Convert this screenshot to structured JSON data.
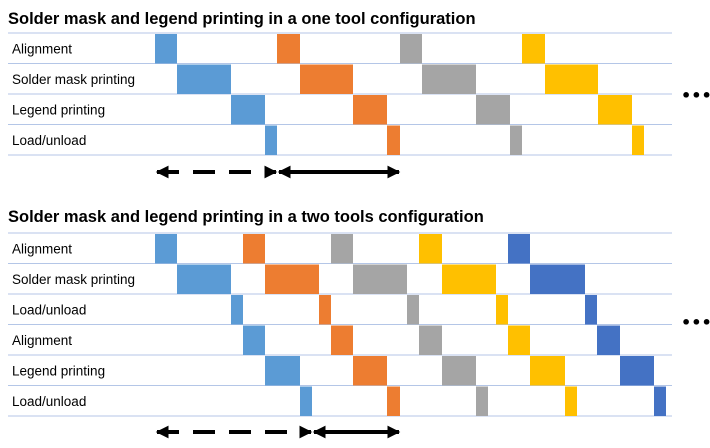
{
  "colors": {
    "cycle1": "#5b9bd5",
    "cycle2": "#ed7d31",
    "cycle3": "#a5a5a5",
    "cycle4": "#ffc000",
    "cycle5": "#4472c4",
    "gridline": "#b4c6e7",
    "arrow": "#000000"
  },
  "continuation": "•••",
  "sections": [
    {
      "id": "one-tool",
      "title": "Solder mask and legend printing in a one tool configuration",
      "rows": [
        {
          "label": "Alignment"
        },
        {
          "label": "Solder mask printing"
        },
        {
          "label": "Legend printing"
        },
        {
          "label": "Load/unload"
        }
      ],
      "blocks": [
        {
          "row": 0,
          "start": 0,
          "end": 22,
          "color": "cycle1"
        },
        {
          "row": 1,
          "start": 22,
          "end": 76,
          "color": "cycle1"
        },
        {
          "row": 2,
          "start": 76,
          "end": 110,
          "color": "cycle1"
        },
        {
          "row": 3,
          "start": 110,
          "end": 122,
          "color": "cycle1"
        },
        {
          "row": 0,
          "start": 122,
          "end": 145,
          "color": "cycle2"
        },
        {
          "row": 1,
          "start": 145,
          "end": 198,
          "color": "cycle2"
        },
        {
          "row": 2,
          "start": 198,
          "end": 232,
          "color": "cycle2"
        },
        {
          "row": 3,
          "start": 232,
          "end": 245,
          "color": "cycle2"
        },
        {
          "row": 0,
          "start": 245,
          "end": 267,
          "color": "cycle3"
        },
        {
          "row": 1,
          "start": 267,
          "end": 321,
          "color": "cycle3"
        },
        {
          "row": 2,
          "start": 321,
          "end": 355,
          "color": "cycle3"
        },
        {
          "row": 3,
          "start": 355,
          "end": 367,
          "color": "cycle3"
        },
        {
          "row": 0,
          "start": 367,
          "end": 390,
          "color": "cycle4"
        },
        {
          "row": 1,
          "start": 390,
          "end": 443,
          "color": "cycle4"
        },
        {
          "row": 2,
          "start": 443,
          "end": 477,
          "color": "cycle4"
        },
        {
          "row": 3,
          "start": 477,
          "end": 489,
          "color": "cycle4"
        }
      ],
      "arrows": [
        {
          "from": 0,
          "to": 122,
          "style": "dashed"
        },
        {
          "from": 122,
          "to": 245,
          "style": "solid"
        }
      ]
    },
    {
      "id": "two-tools",
      "title": "Solder mask and legend printing in a two tools configuration",
      "rows": [
        {
          "label": "Alignment"
        },
        {
          "label": "Solder mask printing"
        },
        {
          "label": "Load/unload"
        },
        {
          "label": "Alignment"
        },
        {
          "label": "Legend printing"
        },
        {
          "label": "Load/unload"
        }
      ],
      "blocks": [
        {
          "row": 0,
          "start": 0,
          "end": 22,
          "color": "cycle1"
        },
        {
          "row": 1,
          "start": 22,
          "end": 76,
          "color": "cycle1"
        },
        {
          "row": 2,
          "start": 76,
          "end": 88,
          "color": "cycle1"
        },
        {
          "row": 3,
          "start": 88,
          "end": 110,
          "color": "cycle1"
        },
        {
          "row": 4,
          "start": 110,
          "end": 145,
          "color": "cycle1"
        },
        {
          "row": 5,
          "start": 145,
          "end": 157,
          "color": "cycle1"
        },
        {
          "row": 0,
          "start": 88,
          "end": 110,
          "color": "cycle2"
        },
        {
          "row": 1,
          "start": 110,
          "end": 164,
          "color": "cycle2"
        },
        {
          "row": 2,
          "start": 164,
          "end": 176,
          "color": "cycle2"
        },
        {
          "row": 3,
          "start": 176,
          "end": 198,
          "color": "cycle2"
        },
        {
          "row": 4,
          "start": 198,
          "end": 232,
          "color": "cycle2"
        },
        {
          "row": 5,
          "start": 232,
          "end": 245,
          "color": "cycle2"
        },
        {
          "row": 0,
          "start": 176,
          "end": 198,
          "color": "cycle3"
        },
        {
          "row": 1,
          "start": 198,
          "end": 252,
          "color": "cycle3"
        },
        {
          "row": 2,
          "start": 252,
          "end": 264,
          "color": "cycle3"
        },
        {
          "row": 3,
          "start": 264,
          "end": 287,
          "color": "cycle3"
        },
        {
          "row": 4,
          "start": 287,
          "end": 321,
          "color": "cycle3"
        },
        {
          "row": 5,
          "start": 321,
          "end": 333,
          "color": "cycle3"
        },
        {
          "row": 0,
          "start": 264,
          "end": 287,
          "color": "cycle4"
        },
        {
          "row": 1,
          "start": 287,
          "end": 341,
          "color": "cycle4"
        },
        {
          "row": 2,
          "start": 341,
          "end": 353,
          "color": "cycle4"
        },
        {
          "row": 3,
          "start": 353,
          "end": 375,
          "color": "cycle4"
        },
        {
          "row": 4,
          "start": 375,
          "end": 410,
          "color": "cycle4"
        },
        {
          "row": 5,
          "start": 410,
          "end": 422,
          "color": "cycle4"
        },
        {
          "row": 0,
          "start": 353,
          "end": 375,
          "color": "cycle5"
        },
        {
          "row": 1,
          "start": 375,
          "end": 430,
          "color": "cycle5"
        },
        {
          "row": 2,
          "start": 430,
          "end": 442,
          "color": "cycle5"
        },
        {
          "row": 3,
          "start": 442,
          "end": 465,
          "color": "cycle5"
        },
        {
          "row": 4,
          "start": 465,
          "end": 499,
          "color": "cycle5"
        },
        {
          "row": 5,
          "start": 499,
          "end": 511,
          "color": "cycle5"
        }
      ],
      "arrows": [
        {
          "from": 0,
          "to": 157,
          "style": "dashed"
        },
        {
          "from": 157,
          "to": 245,
          "style": "solid"
        }
      ]
    }
  ]
}
